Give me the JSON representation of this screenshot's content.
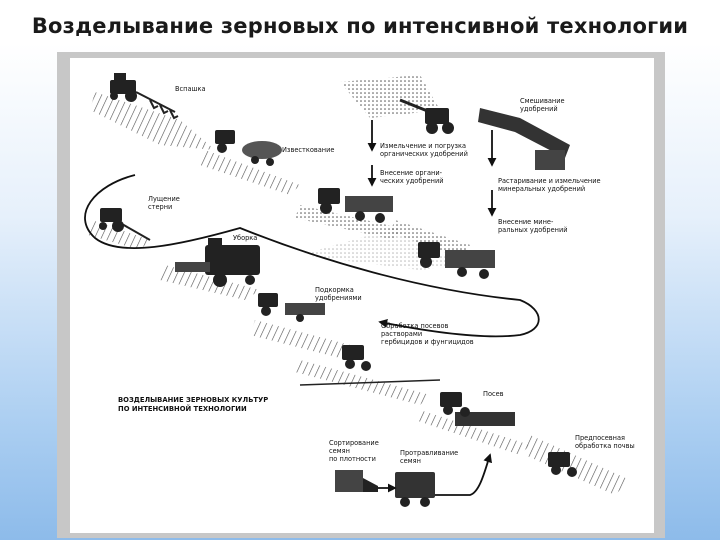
{
  "title": "Возделывание зерновых по интенсивной технологии",
  "diagram": {
    "caption": [
      "ВОЗДЕЛЫВАНИЕ ЗЕРНОВЫХ КУЛЬТУР",
      "ПО ИНТЕНСИВНОЙ ТЕХНОЛОГИИ"
    ],
    "labels": {
      "plowing": [
        "Вспашка"
      ],
      "liming": [
        "Известкование"
      ],
      "stubble": [
        "Лущение",
        "стерни"
      ],
      "harvest": [
        "Уборка"
      ],
      "topdress": [
        "Подкормка",
        "удобрениями"
      ],
      "crop_protect": [
        "Обработка посевов",
        "растворами",
        "гербицидов и фунгицидов"
      ],
      "sowing": [
        "Посев"
      ],
      "presow": [
        "Предпосевная",
        "обработка почвы"
      ],
      "sorting": [
        "Сортирование",
        "семян",
        "по плотности"
      ],
      "seed_treat": [
        "Протравливание",
        "семян"
      ],
      "mixing": [
        "Смешивание",
        "удобрений"
      ],
      "organic_load": [
        "Измельчение и погрузка",
        "органических удобрений"
      ],
      "organic_apply": [
        "Внесение органи-",
        "ческих удобрений"
      ],
      "grinding": [
        "Растаривание и измельчение",
        "минеральных удобрений"
      ],
      "mineral_apply": [
        "Внесение мине-",
        "ральных удобрений"
      ]
    }
  }
}
